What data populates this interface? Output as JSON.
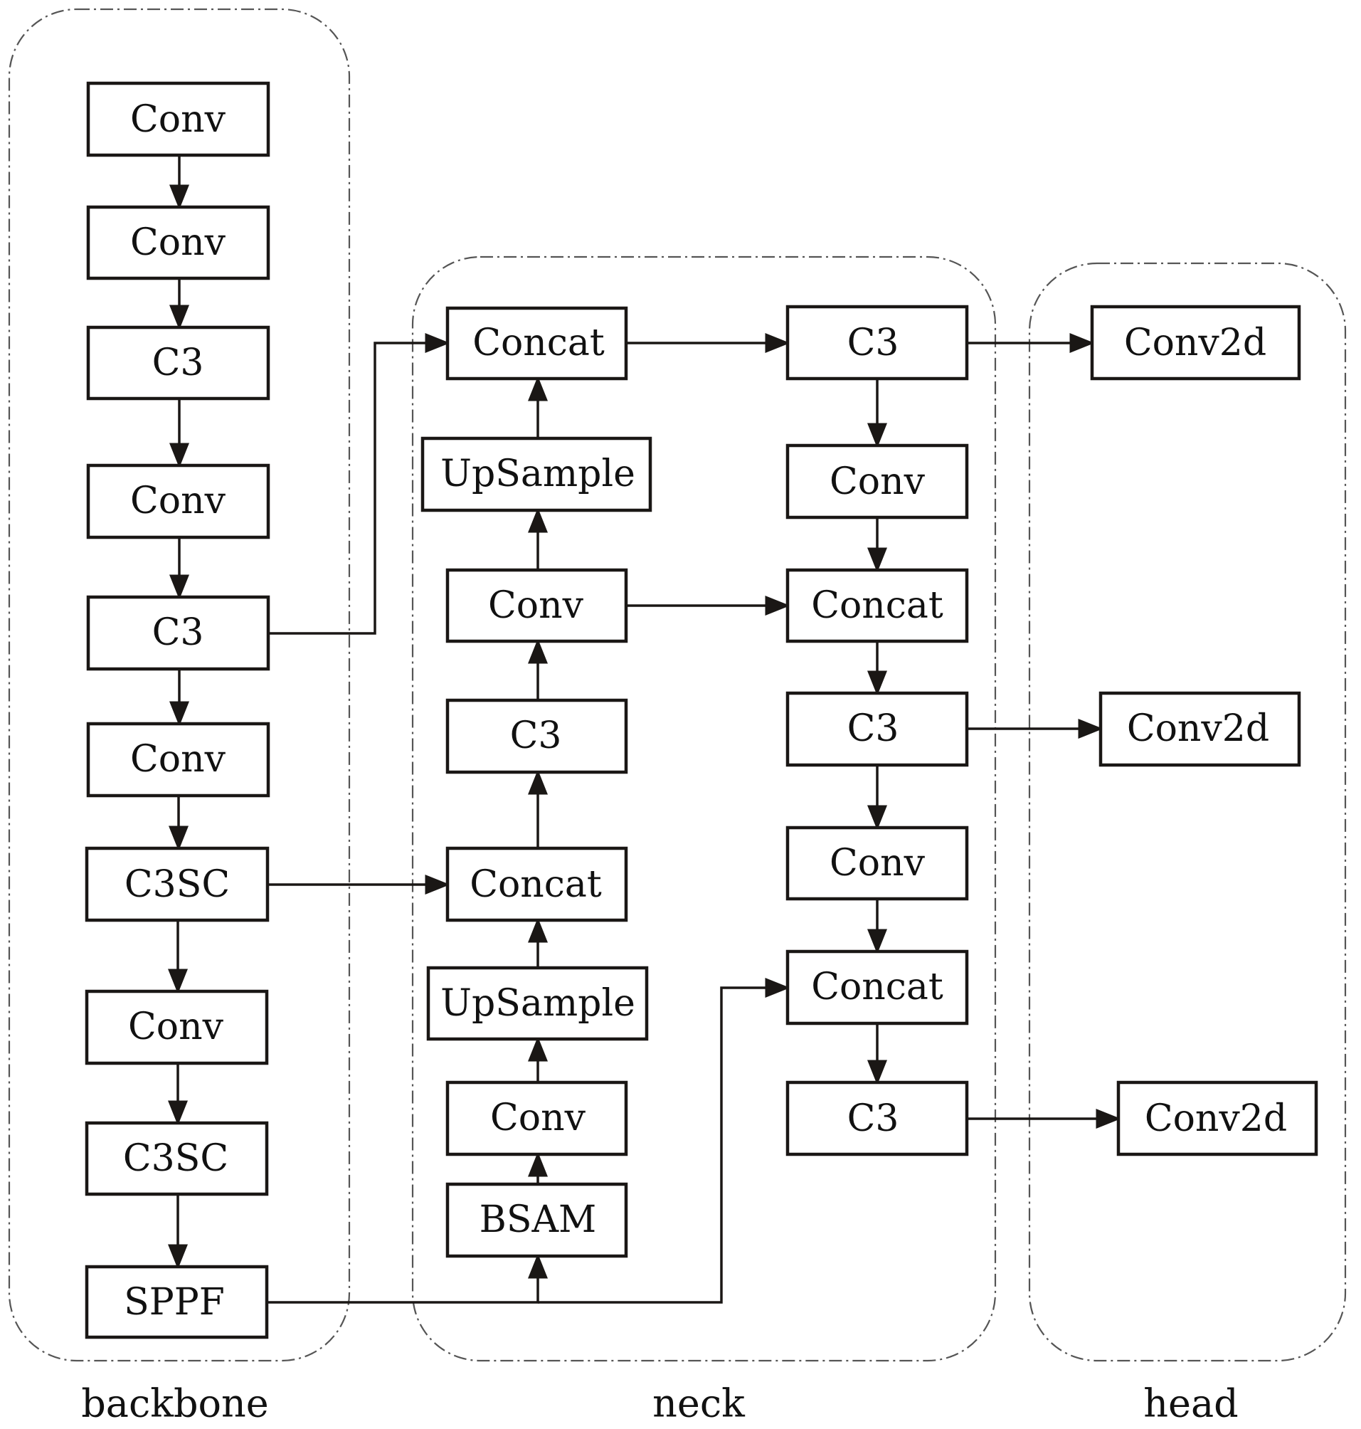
{
  "diagram": {
    "regions": [
      {
        "id": "backbone",
        "label": "backbone"
      },
      {
        "id": "neck",
        "label": "neck"
      },
      {
        "id": "head",
        "label": "head"
      }
    ],
    "nodes": [
      {
        "id": "b1",
        "label": "Conv",
        "region": "backbone"
      },
      {
        "id": "b2",
        "label": "Conv",
        "region": "backbone"
      },
      {
        "id": "b3",
        "label": "C3",
        "region": "backbone"
      },
      {
        "id": "b4",
        "label": "Conv",
        "region": "backbone"
      },
      {
        "id": "b5",
        "label": "C3",
        "region": "backbone"
      },
      {
        "id": "b6",
        "label": "Conv",
        "region": "backbone"
      },
      {
        "id": "b7",
        "label": "C3SC",
        "region": "backbone"
      },
      {
        "id": "b8",
        "label": "Conv",
        "region": "backbone"
      },
      {
        "id": "b9",
        "label": "C3SC",
        "region": "backbone"
      },
      {
        "id": "b10",
        "label": "SPPF",
        "region": "backbone"
      },
      {
        "id": "n1",
        "label": "Concat",
        "region": "neck"
      },
      {
        "id": "n2",
        "label": "UpSample",
        "region": "neck"
      },
      {
        "id": "n3",
        "label": "Conv",
        "region": "neck"
      },
      {
        "id": "n4",
        "label": "C3",
        "region": "neck"
      },
      {
        "id": "n5",
        "label": "Concat",
        "region": "neck"
      },
      {
        "id": "n6",
        "label": "UpSample",
        "region": "neck"
      },
      {
        "id": "n7",
        "label": "Conv",
        "region": "neck"
      },
      {
        "id": "n8",
        "label": "BSAM",
        "region": "neck"
      },
      {
        "id": "m1",
        "label": "C3",
        "region": "neck"
      },
      {
        "id": "m2",
        "label": "Conv",
        "region": "neck"
      },
      {
        "id": "m3",
        "label": "Concat",
        "region": "neck"
      },
      {
        "id": "m4",
        "label": "C3",
        "region": "neck"
      },
      {
        "id": "m5",
        "label": "Conv",
        "region": "neck"
      },
      {
        "id": "m6",
        "label": "Concat",
        "region": "neck"
      },
      {
        "id": "m7",
        "label": "C3",
        "region": "neck"
      },
      {
        "id": "h1",
        "label": "Conv2d",
        "region": "head"
      },
      {
        "id": "h2",
        "label": "Conv2d",
        "region": "head"
      },
      {
        "id": "h3",
        "label": "Conv2d",
        "region": "head"
      }
    ],
    "edges": [
      {
        "from": "b1",
        "to": "b2"
      },
      {
        "from": "b2",
        "to": "b3"
      },
      {
        "from": "b3",
        "to": "b4"
      },
      {
        "from": "b4",
        "to": "b5"
      },
      {
        "from": "b5",
        "to": "b6"
      },
      {
        "from": "b6",
        "to": "b7"
      },
      {
        "from": "b7",
        "to": "b8"
      },
      {
        "from": "b8",
        "to": "b9"
      },
      {
        "from": "b9",
        "to": "b10"
      },
      {
        "from": "b5",
        "to": "n1"
      },
      {
        "from": "b7",
        "to": "n5"
      },
      {
        "from": "b10",
        "to": "n8"
      },
      {
        "from": "b10",
        "to": "m6"
      },
      {
        "from": "n8",
        "to": "n7"
      },
      {
        "from": "n7",
        "to": "n6"
      },
      {
        "from": "n6",
        "to": "n5"
      },
      {
        "from": "n5",
        "to": "n4"
      },
      {
        "from": "n4",
        "to": "n3"
      },
      {
        "from": "n3",
        "to": "n2"
      },
      {
        "from": "n2",
        "to": "n1"
      },
      {
        "from": "n1",
        "to": "m1"
      },
      {
        "from": "n3",
        "to": "m3"
      },
      {
        "from": "m1",
        "to": "m2"
      },
      {
        "from": "m2",
        "to": "m3"
      },
      {
        "from": "m3",
        "to": "m4"
      },
      {
        "from": "m4",
        "to": "m5"
      },
      {
        "from": "m5",
        "to": "m6"
      },
      {
        "from": "m6",
        "to": "m7"
      },
      {
        "from": "m1",
        "to": "h1"
      },
      {
        "from": "m4",
        "to": "h2"
      },
      {
        "from": "m7",
        "to": "h3"
      }
    ]
  }
}
